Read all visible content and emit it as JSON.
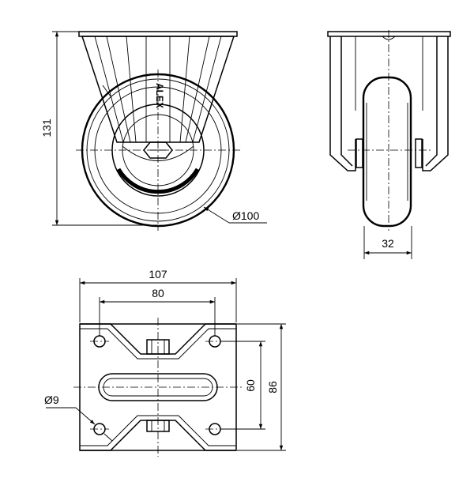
{
  "brand_mark": "ALEX",
  "dimensions": {
    "height": "131",
    "wheel_diameter": "Ø100",
    "wheel_width": "32",
    "plate_width": "107",
    "hole_spacing_x": "80",
    "hole_spacing_y": "60",
    "plate_depth": "86",
    "hole_diameter": "Ø9"
  }
}
